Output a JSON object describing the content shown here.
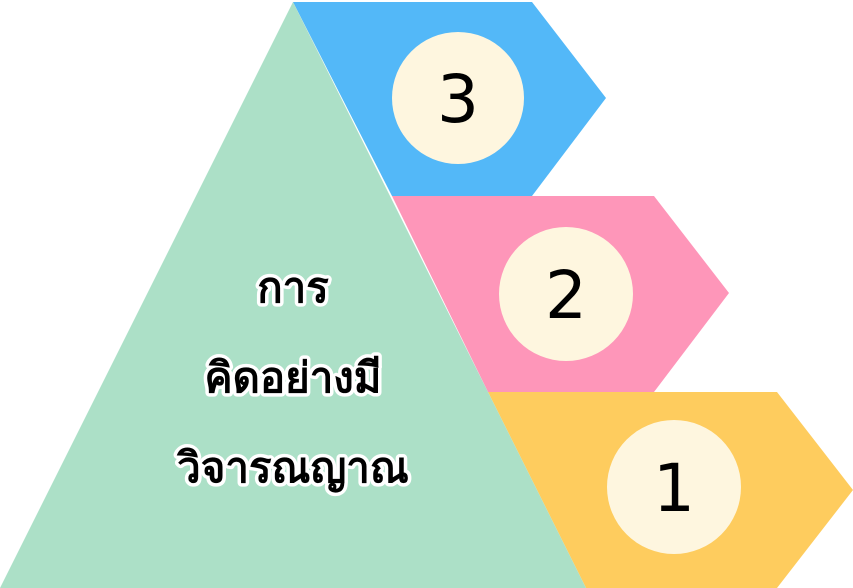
{
  "title_lines": [
    "การ",
    "คิดอย่างมี",
    "วิจารณญาณ"
  ],
  "levels": [
    {
      "number": "3",
      "color": "#53B8F8"
    },
    {
      "number": "2",
      "color": "#FE96B9"
    },
    {
      "number": "1",
      "color": "#FECC5E"
    }
  ],
  "colors": {
    "triangle": "#ACE0C7",
    "badge_fill": "#FEF6DF"
  }
}
